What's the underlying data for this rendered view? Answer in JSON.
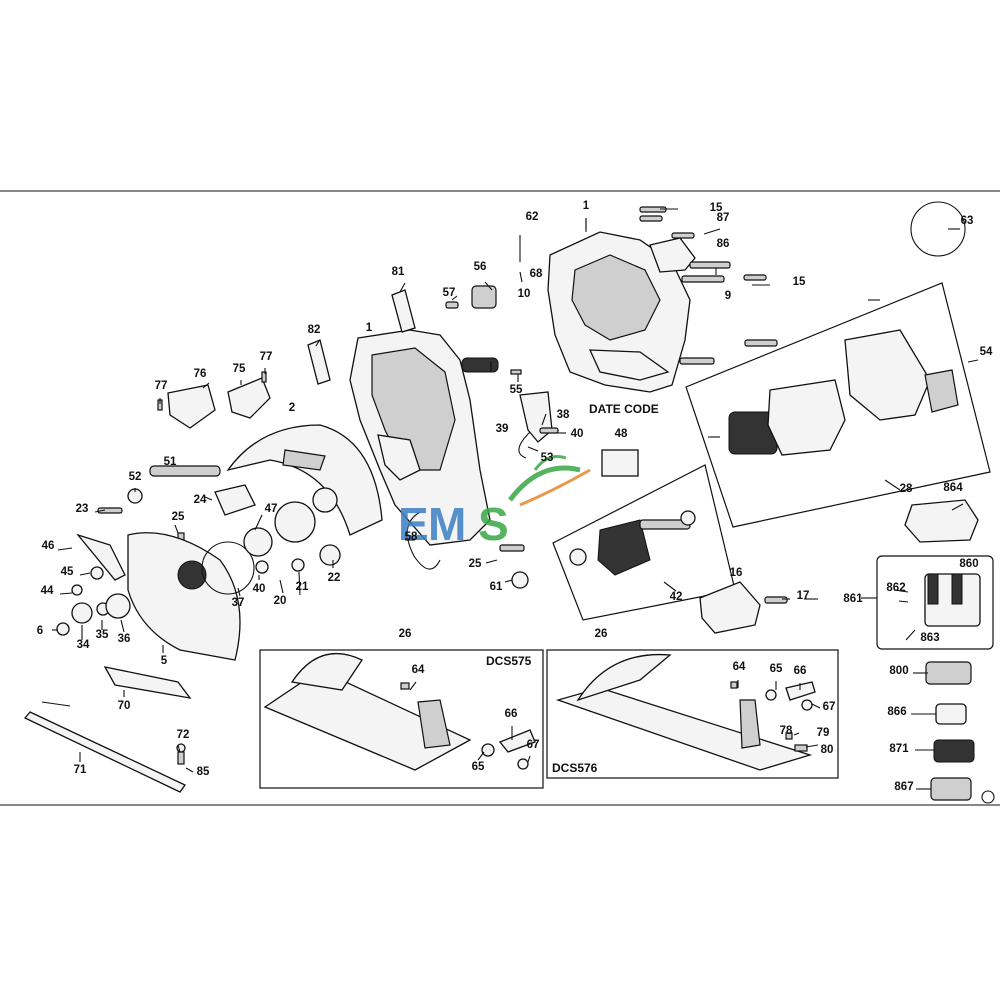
{
  "diagram": {
    "codes": {
      "dcs575": "DCS575",
      "dcs576": "DCS576",
      "date_code": "DATE CODE"
    },
    "watermark": "EMS",
    "colors": {
      "ink": "#111111",
      "paper": "#ffffff",
      "wm_blue": "#3b7fc4",
      "wm_green": "#39a845",
      "wm_orange": "#e8862a"
    },
    "callouts": [
      "1",
      "1",
      "2",
      "5",
      "6",
      "9",
      "10",
      "15",
      "15",
      "16",
      "17",
      "20",
      "21",
      "22",
      "23",
      "24",
      "25",
      "25",
      "26",
      "26",
      "28",
      "34",
      "35",
      "36",
      "37",
      "38",
      "39",
      "40",
      "40",
      "42",
      "44",
      "45",
      "46",
      "47",
      "48",
      "51",
      "52",
      "53",
      "54",
      "55",
      "56",
      "57",
      "58",
      "61",
      "62",
      "63",
      "64",
      "64",
      "65",
      "65",
      "66",
      "66",
      "67",
      "67",
      "68",
      "70",
      "71",
      "72",
      "75",
      "76",
      "77",
      "77",
      "78",
      "79",
      "80",
      "81",
      "82",
      "85",
      "86",
      "87",
      "800",
      "860",
      "861",
      "862",
      "863",
      "864",
      "866",
      "867",
      "871"
    ]
  }
}
